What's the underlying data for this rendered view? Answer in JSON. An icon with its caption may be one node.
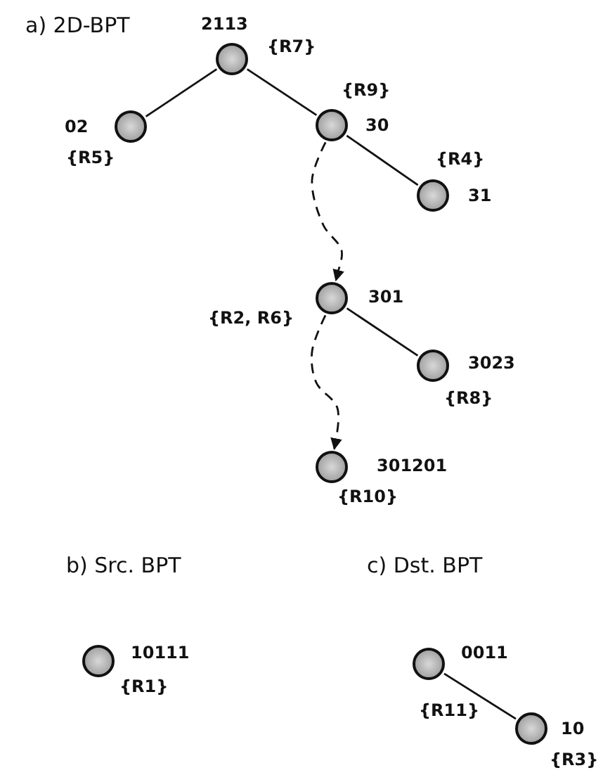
{
  "diagram": {
    "nodes": [
      {
        "text": [],
        "shape": "circle",
        "beside": [
          "2113",
          "{R7}"
        ]
      },
      {
        "text": [],
        "shape": "circle",
        "beside": [
          "02",
          "{R5}"
        ]
      },
      {
        "text": [],
        "shape": "circle",
        "beside": [
          "{R9}",
          "30"
        ]
      },
      {
        "text": [],
        "shape": "circle",
        "beside": [
          "{R4}",
          "31"
        ]
      },
      {
        "text": [],
        "shape": "circle",
        "beside": [
          "301",
          "{R2, R6}"
        ]
      },
      {
        "text": [],
        "shape": "circle",
        "beside": [
          "3023",
          "{R8}"
        ]
      },
      {
        "text": [],
        "shape": "circle",
        "beside": [
          "301201",
          "{R10}"
        ]
      },
      {
        "text": [],
        "shape": "circle",
        "beside": [
          "10111",
          "{R1}"
        ]
      },
      {
        "text": [],
        "shape": "circle",
        "beside": [
          "0011",
          "{R11}"
        ]
      },
      {
        "text": [],
        "shape": "circle",
        "beside": [
          "10",
          "{R3}"
        ]
      }
    ],
    "edges": [
      {
        "from": 0,
        "to": 1,
        "arrow": "none"
      },
      {
        "from": 0,
        "to": 2,
        "arrow": "none"
      },
      {
        "from": 2,
        "to": 3,
        "arrow": "none"
      },
      {
        "from": 2,
        "to": 4,
        "arrow": "to",
        "style": "dashed"
      },
      {
        "from": 4,
        "to": 5,
        "arrow": "none"
      },
      {
        "from": 4,
        "to": 6,
        "arrow": "to",
        "style": "dashed"
      },
      {
        "from": 8,
        "to": 9,
        "arrow": "none"
      }
    ],
    "labels": [
      "a) 2D-BPT",
      "b) Src. BPT",
      "c) Dst. BPT"
    ]
  }
}
